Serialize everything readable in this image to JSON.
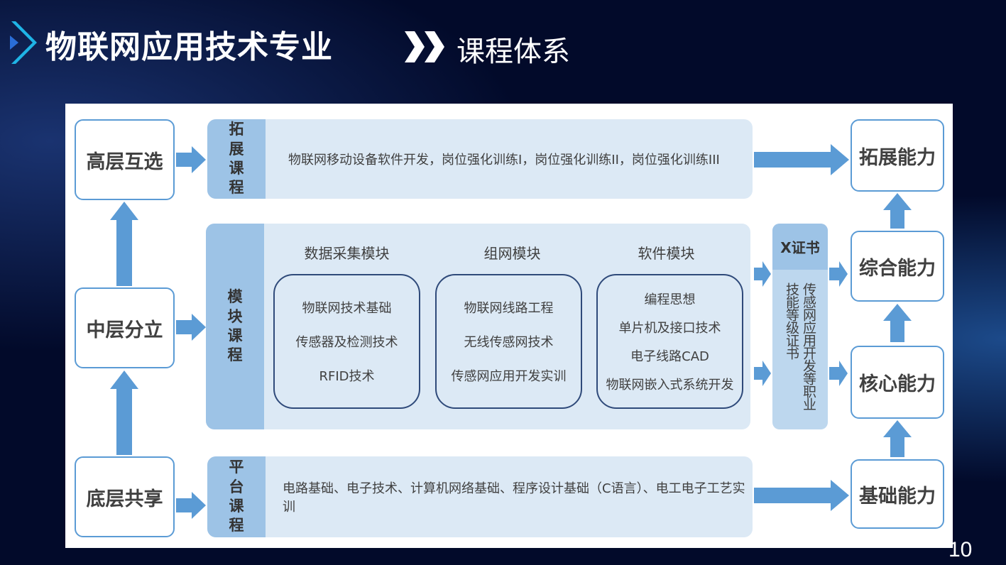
{
  "header": {
    "title": "物联网应用技术专业",
    "subtitle": "课程体系"
  },
  "left_levels": [
    "高层互选",
    "中层分立",
    "底层共享"
  ],
  "bands": {
    "expand": {
      "label": "拓展课程",
      "text": "物联网移动设备软件开发，岗位强化训练I，岗位强化训练II，岗位强化训练III"
    },
    "module": {
      "label": "模块课程"
    },
    "platform": {
      "label": "平台课程",
      "text": "电路基础、电子技术、计算机网络基础、程序设计基础（C语言）、电工电子工艺实训"
    }
  },
  "modules": [
    {
      "title": "数据采集模块",
      "items": [
        "物联网技术基础",
        "传感器及检测技术",
        "RFID技术"
      ]
    },
    {
      "title": "组网模块",
      "items": [
        "物联网线路工程",
        "无线传感网技术",
        "传感网应用开发实训"
      ]
    },
    {
      "title": "软件模块",
      "items": [
        "编程思想",
        "单片机及接口技术",
        "电子线路CAD",
        "物联网嵌入式系统开发"
      ]
    }
  ],
  "cert": {
    "title": "X证书",
    "body": "传感网应用开发等职业技能等级证书"
  },
  "abilities": [
    "拓展能力",
    "综合能力",
    "核心能力",
    "基础能力"
  ],
  "page_number": "10",
  "colors": {
    "accent": "#5b9bd5",
    "band": "#dce9f5",
    "label": "#9dc3e6",
    "background": "#020a2a"
  }
}
